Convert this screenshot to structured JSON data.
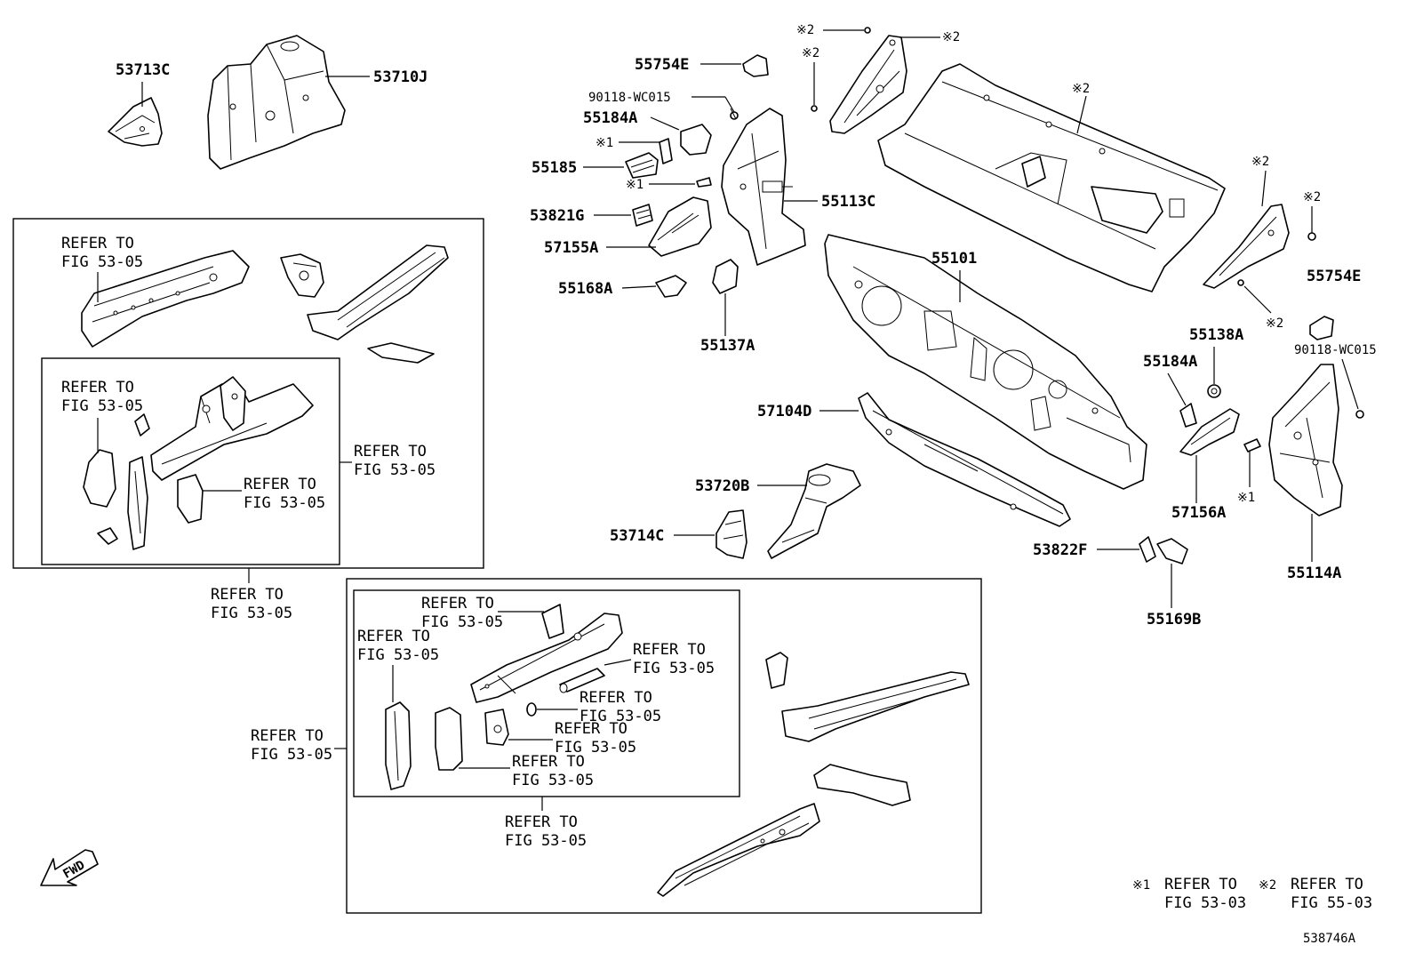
{
  "labels": {
    "p53713C": "53713C",
    "p53710J": "53710J",
    "p55754E_top": "55754E",
    "p90118_top": "90118-WC015",
    "p55184A_top": "55184A",
    "p55185": "55185",
    "p53821G": "53821G",
    "p57155A": "57155A",
    "p55168A": "55168A",
    "p55137A": "55137A",
    "p55113C": "55113C",
    "p55101": "55101",
    "p57104D": "57104D",
    "p53720B": "53720B",
    "p53714C": "53714C",
    "p53822F": "53822F",
    "p55169B": "55169B",
    "p55754E_right": "55754E",
    "p90118_right": "90118-WC015",
    "p55138A": "55138A",
    "p55184A_right": "55184A",
    "p57156A": "57156A",
    "p55114A": "55114A"
  },
  "marks": {
    "m1": "※1",
    "m2": "※2"
  },
  "refer": {
    "line1": "REFER TO",
    "line2": "FIG 53-05"
  },
  "footnotes": {
    "n1_mark": "※1",
    "n1_line1": "REFER TO",
    "n1_line2": "FIG 53-03",
    "n2_mark": "※2",
    "n2_line1": "REFER TO",
    "n2_line2": "FIG 55-03"
  },
  "fwd": "FWD",
  "diagram_code": "538746A"
}
